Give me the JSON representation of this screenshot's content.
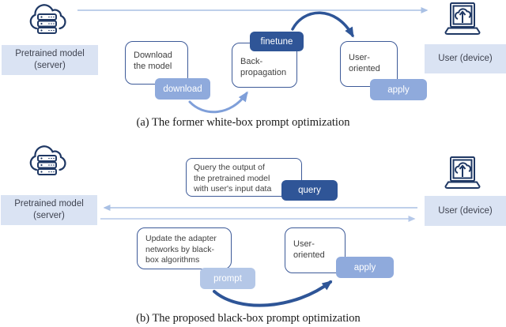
{
  "figure": {
    "panel_a": {
      "server_label": "Pretrained model\n(server)",
      "user_label": "User (device)",
      "download_box": "Download\nthe model",
      "download_badge": "download",
      "backprop_box": "Back-\npropagation",
      "finetune_badge": "finetune",
      "user_oriented_box": "User-\noriented",
      "apply_badge": "apply",
      "caption": "(a) The former white-box prompt optimization"
    },
    "panel_b": {
      "server_label": "Pretrained model\n(server)",
      "user_label": "User (device)",
      "query_box": "Query the output of\nthe pretrained model\nwith user's input data",
      "query_badge": "query",
      "update_box": "Update the adapter\nnetworks by black-\nbox algorithms",
      "prompt_badge": "prompt",
      "user_oriented_box": "User-\noriented",
      "apply_badge": "apply",
      "caption": "(b) The proposed black-box prompt optimization"
    },
    "icons": {
      "server": "cloud-server-icon",
      "user": "laptop-upload-icon"
    },
    "colors": {
      "label_bg": "#DAE3F3",
      "badge_dark": "#2F5597",
      "badge_light": "#8FAADC",
      "badge_lighter": "#B4C7E7",
      "box_border": "#3D5A98",
      "icon_stroke": "#1F3864",
      "arrow_light": "#A9C0E4",
      "arrow_lighter": "#B5C8E9",
      "curve_mid": "#7F9FD9",
      "curve_dark": "#2E5597"
    }
  }
}
